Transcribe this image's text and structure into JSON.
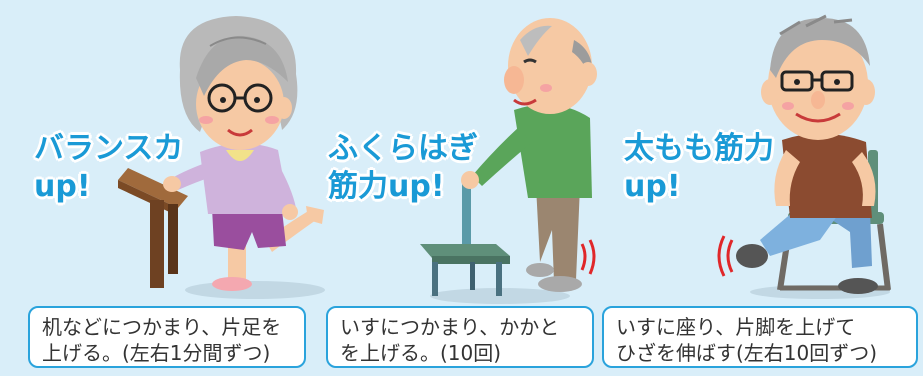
{
  "panels": [
    {
      "title_lines": [
        "バランスカ",
        "up!"
      ],
      "caption_lines": [
        "机などにつかまり、片足を",
        "上げる。(左右1分間ずつ)"
      ]
    },
    {
      "title_lines": [
        "ふくらはぎ",
        "筋力up!"
      ],
      "caption_lines": [
        "いすにつかまり、かかと",
        "を上げる。(10回)"
      ]
    },
    {
      "title_lines": [
        "太もも筋力",
        "up!"
      ],
      "caption_lines": [
        "いすに座り、片脚を上げて",
        "ひざを伸ばす(左右10回ずつ)"
      ]
    }
  ],
  "colors": {
    "background": "#d9eef9",
    "accent": "#1a9ad6",
    "caption_border": "#2aa3dc",
    "motion_lines": "#e0272a"
  },
  "illustrations": [
    "grandma-balancing-illustration",
    "grandpa-calf-raise-illustration",
    "grandpa-knee-extension-illustration"
  ]
}
